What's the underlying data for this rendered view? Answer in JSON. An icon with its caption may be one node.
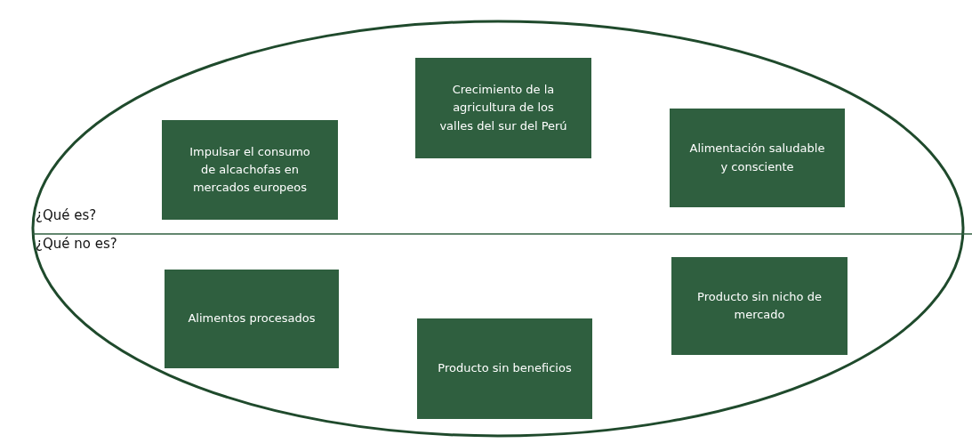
{
  "diagram": {
    "nodes": [
      {
        "text": [
          "¿Qué es?",
          "¿Qué no es?"
        ]
      },
      {
        "text": [
          "Impulsar el consumo de alcachofas en mercados europeos"
        ],
        "in": 0
      },
      {
        "text": [
          "Crecimiento de la agricultura de los valles del sur del Perú"
        ],
        "in": 0
      },
      {
        "text": [
          "Alimentación saludable y consciente"
        ],
        "in": 0
      },
      {
        "text": [
          "Alimentos procesados"
        ],
        "in": 0
      },
      {
        "text": [
          "Producto sin beneficios"
        ],
        "in": 0
      },
      {
        "text": [
          "Producto sin nicho de mercado"
        ],
        "in": 0
      }
    ]
  }
}
